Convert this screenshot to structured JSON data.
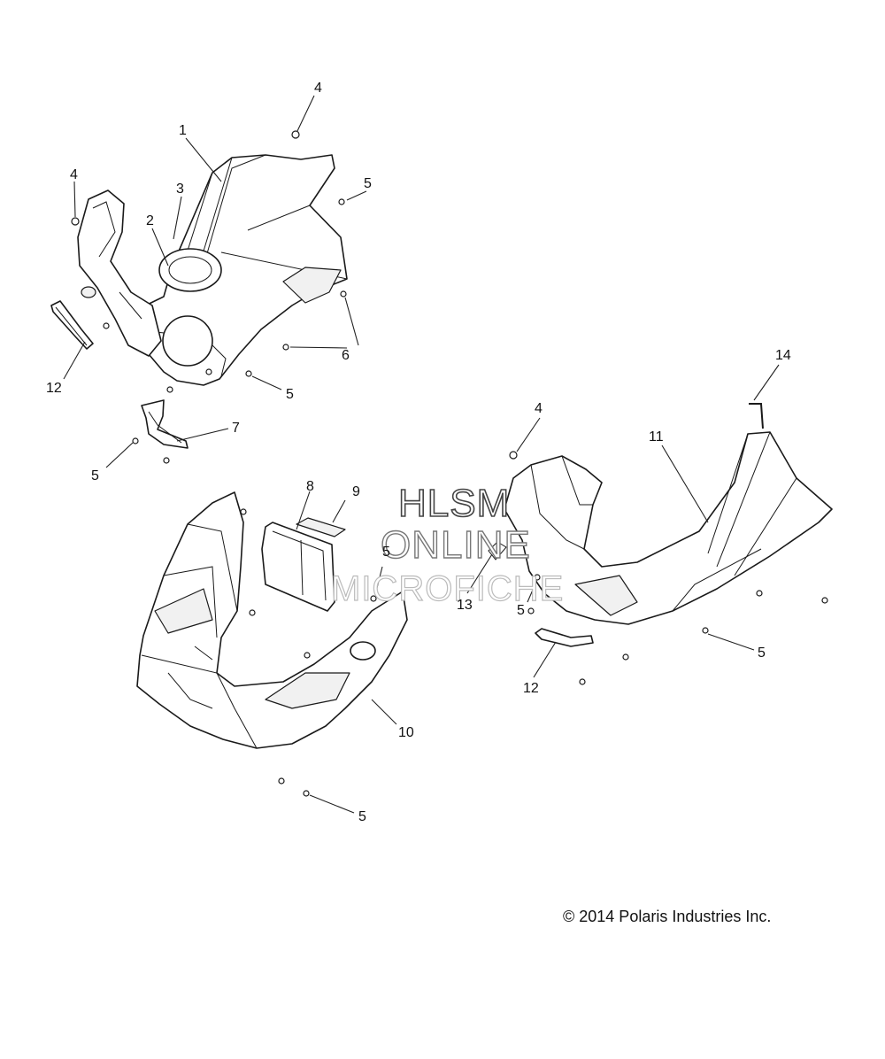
{
  "callouts": {
    "c1": "1",
    "c2": "2",
    "c3": "3",
    "c4a": "4",
    "c4b": "4",
    "c4c": "4",
    "c5a": "5",
    "c5b": "5",
    "c5c": "5",
    "c5d": "5",
    "c5e": "5",
    "c5f": "5",
    "c5g": "5",
    "c6": "6",
    "c7": "7",
    "c8": "8",
    "c9": "9",
    "c10": "10",
    "c11": "11",
    "c12a": "12",
    "c12b": "12",
    "c13": "13",
    "c14": "14"
  },
  "watermark": {
    "line1": "HLSM",
    "line2": "ONLINE",
    "line3": "MICROFICHE"
  },
  "copyright": "© 2014 Polaris Industries Inc."
}
